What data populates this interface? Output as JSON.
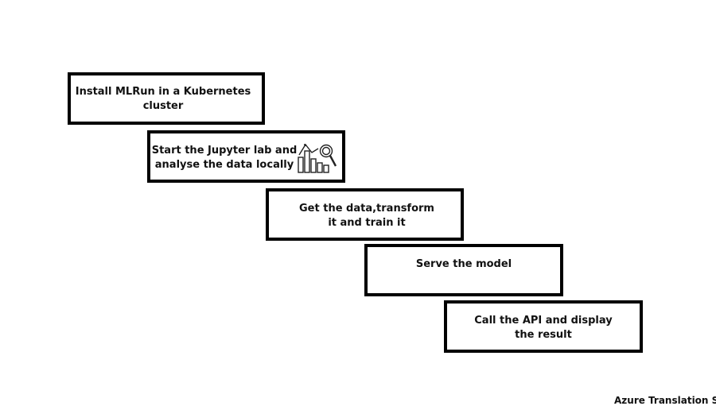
{
  "steps": [
    {
      "text": "Install MLRun in a Kubernetes\ncluster"
    },
    {
      "text": "Start the Jupyter lab and\nanalyse the data locally",
      "icon": "data-analytics-icon"
    },
    {
      "text": "Get the data,transform\nit and train it"
    },
    {
      "text": "Serve the model"
    },
    {
      "text": "Call the API and display\nthe result"
    }
  ],
  "footer": {
    "partial_text": "Azure Translation S"
  }
}
